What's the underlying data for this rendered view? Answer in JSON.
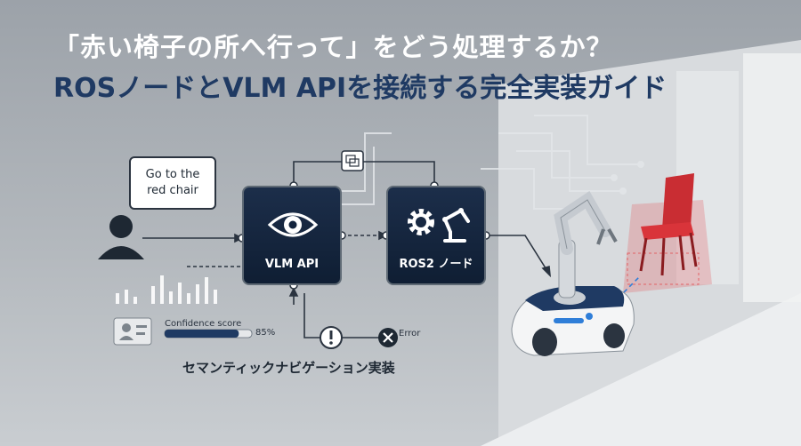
{
  "title": {
    "line1": "「赤い椅子の所へ行って」をどう処理するか？",
    "line2": "ROSノードとVLM APIを接続する完全実装ガイド"
  },
  "speech_bubble": [
    "Go to the",
    "red chair"
  ],
  "nodes": {
    "vlm": "VLM API",
    "ros": "ROS2 ノード"
  },
  "confidence": {
    "label": "Confidence score",
    "percent_text": "85%",
    "value": 0.85
  },
  "error_label": "Error",
  "semantic_label": "セマンティックナビゲーション実装",
  "icons": [
    "user-icon",
    "eye-icon",
    "gears-icon",
    "robot-arm-icon",
    "chat-icon",
    "warning-icon",
    "error-icon",
    "id-card-icon",
    "bar-chart-icon",
    "red-chair-icon",
    "mobile-robot-icon"
  ],
  "colors": {
    "accent_navy": "#1f3a63",
    "node_bg": "#13243d",
    "chair_red": "#d9343a",
    "glow_blue": "#2f7ed8"
  }
}
